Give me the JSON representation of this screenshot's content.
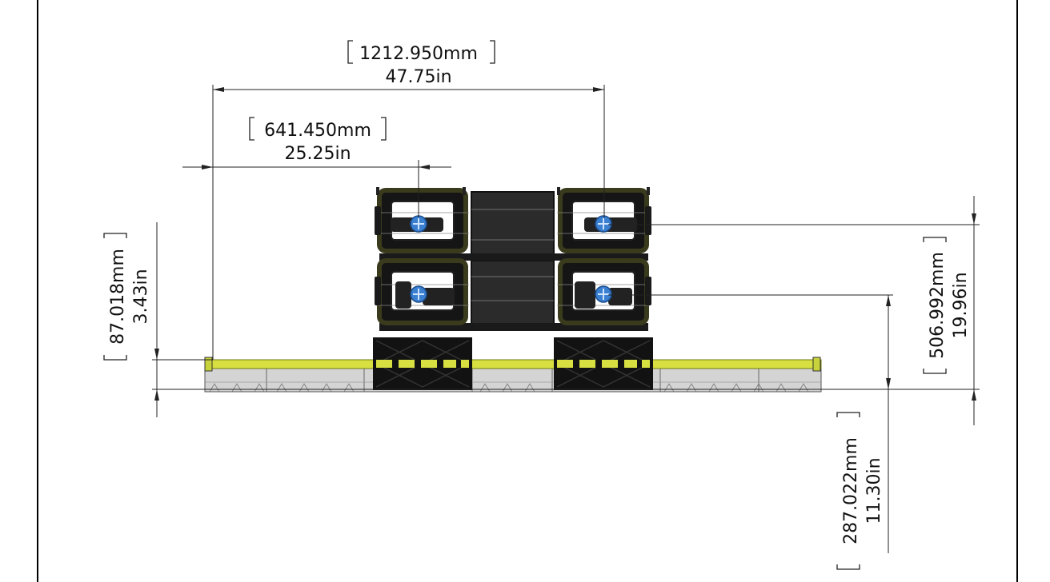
{
  "dimensions": {
    "overall_width": {
      "mm": "1212.950mm",
      "in": "47.75in"
    },
    "half_width": {
      "mm": "641.450mm",
      "in": "25.25in"
    },
    "base_height": {
      "mm": "87.018mm",
      "in": "3.43in"
    },
    "upper_hub_height": {
      "mm": "506.992mm",
      "in": "19.96in"
    },
    "lower_hub_height": {
      "mm": "287.022mm",
      "in": "11.30in"
    }
  },
  "colors": {
    "rail": "#d7e040",
    "rail_edge": "#6f7a10",
    "base_gray": "#d4d4d4",
    "module_black": "#111111",
    "module_frame": "#3a3a1c",
    "hub_blue": "#3b7fd0",
    "panel_dark": "#2b2b2b"
  }
}
